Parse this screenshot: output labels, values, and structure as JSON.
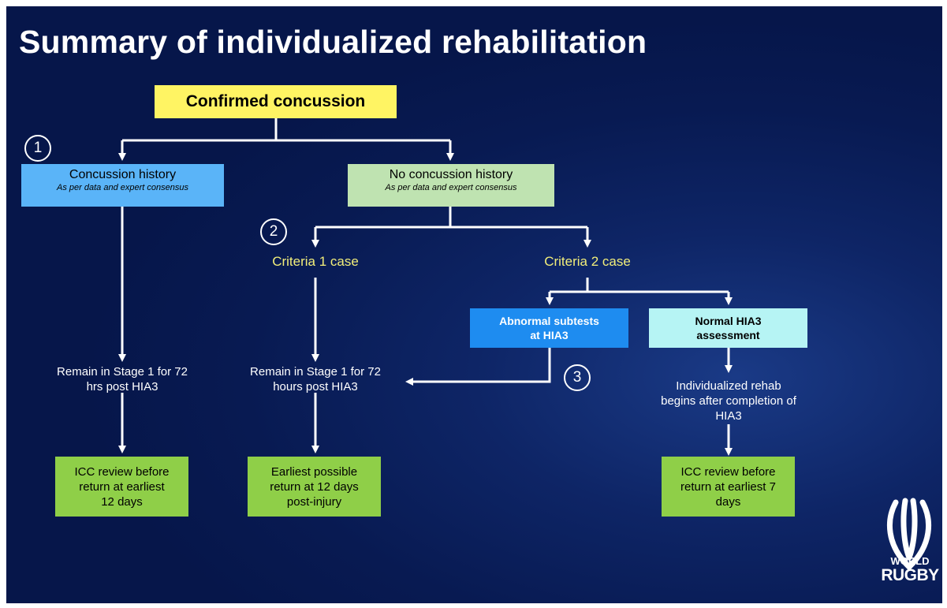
{
  "slide": {
    "title": "Summary of individualized rehabilitation",
    "confirmed": "Confirmed concussion",
    "history": {
      "title": "Concussion history",
      "subtitle": "As per data and expert consensus"
    },
    "no_history": {
      "title": "No concussion history",
      "subtitle": "As per data and expert consensus"
    },
    "criteria1": "Criteria 1 case",
    "criteria2": "Criteria 2 case",
    "abnormal": [
      "Abnormal subtests",
      "at HIA3"
    ],
    "normal": [
      "Normal HIA3",
      "assessment"
    ],
    "remain_hist": [
      "Remain in Stage 1 for 72",
      "hrs post HIA3"
    ],
    "remain_c1": [
      "Remain in Stage 1 for 72",
      "hours post HIA3"
    ],
    "rehab_begins": [
      "Individualized rehab",
      "begins after completion of",
      "HIA3"
    ],
    "icc12": [
      "ICC review before",
      "return at earliest",
      "12 days"
    ],
    "earliest12": [
      "Earliest possible",
      "return at 12 days",
      "post-injury"
    ],
    "icc7": [
      "ICC review before",
      "return at earliest 7",
      "days"
    ],
    "markers": [
      "1",
      "2",
      "3"
    ],
    "logo": {
      "line1": "WORLD",
      "line2": "RUGBY"
    }
  },
  "colors": {
    "background": "#081a52",
    "confirmed": "#fff463",
    "history": "#5ab4f8",
    "no_history": "#bfe3b1",
    "criteria_text": "#f2ee7a",
    "abnormal": "#1e8cf0",
    "normal": "#b6f4f4",
    "outcome": "#8fcf48"
  }
}
